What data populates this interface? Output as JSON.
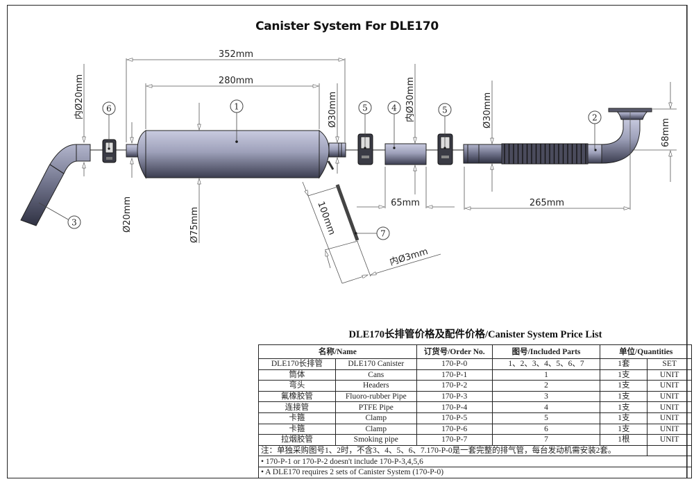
{
  "title": "Canister System For  DLE170",
  "drawing": {
    "dimensions": {
      "overall_length": "352mm",
      "body_length": "280mm",
      "inner_dia_header3": "内Ø20mm",
      "outlet_dia_left": "Ø20mm",
      "body_dia": "Ø75mm",
      "outlet_dia_right": "Ø30mm",
      "inner_dia_ptfe": "内Ø30mm",
      "ptfe_length": "65mm",
      "header_dia": "Ø30mm",
      "header_length": "265mm",
      "header_height": "68mm",
      "smoking_pipe_length": "100mm",
      "smoking_pipe_inner_dia": "内Ø3mm"
    },
    "balloons": [
      "1",
      "2",
      "3",
      "4",
      "5",
      "5",
      "6",
      "7"
    ]
  },
  "price_list": {
    "title": "DLE170长排管价格及配件价格/Canister System Price List",
    "headers": {
      "name": "名称/Name",
      "order_no": "订货号/Order No.",
      "included_parts": "图号/Included Parts",
      "quantities": "单位/Quantities"
    },
    "rows": [
      {
        "name_cn": "DLE170长排管",
        "name_en": "DLE170 Canister",
        "order_no": "170-P-0",
        "parts": "1、2、3、4、5、6、7",
        "qty": "1套",
        "unit": "SET"
      },
      {
        "name_cn": "筒体",
        "name_en": "Cans",
        "order_no": "170-P-1",
        "parts": "1",
        "qty": "1支",
        "unit": "UNIT"
      },
      {
        "name_cn": "弯头",
        "name_en": "Headers",
        "order_no": "170-P-2",
        "parts": "2",
        "qty": "1支",
        "unit": "UNIT"
      },
      {
        "name_cn": "氟橡胶管",
        "name_en": "Fluoro-rubber Pipe",
        "order_no": "170-P-3",
        "parts": "3",
        "qty": "1支",
        "unit": "UNIT"
      },
      {
        "name_cn": "连接管",
        "name_en": "PTFE  Pipe",
        "order_no": "170-P-4",
        "parts": "4",
        "qty": "1支",
        "unit": "UNIT"
      },
      {
        "name_cn": "卡箍",
        "name_en": "Clamp",
        "order_no": "170-P-5",
        "parts": "5",
        "qty": "1支",
        "unit": "UNIT"
      },
      {
        "name_cn": "卡箍",
        "name_en": "Clamp",
        "order_no": "170-P-6",
        "parts": "6",
        "qty": "1支",
        "unit": "UNIT"
      },
      {
        "name_cn": "拉烟胶管",
        "name_en": "Smoking pipe",
        "order_no": "170-P-7",
        "parts": "7",
        "qty": "1根",
        "unit": "UNIT"
      }
    ],
    "notes": [
      "注：单独采购图号1、2时，不含3、4、5、6、7.170-P-0是一套完整的排气管，每台发动机需安装2套。",
      "• 170-P-1 or 170-P-2 doesn't include 170-P-3,4,5,6",
      "• A DLE170 requires 2 sets of Canister System (170-P-0)"
    ]
  },
  "colors": {
    "part_metal_light": "#b8bbd0",
    "part_metal_dark": "#3d3f52",
    "line": "#222222",
    "dim_line": "#555555"
  }
}
